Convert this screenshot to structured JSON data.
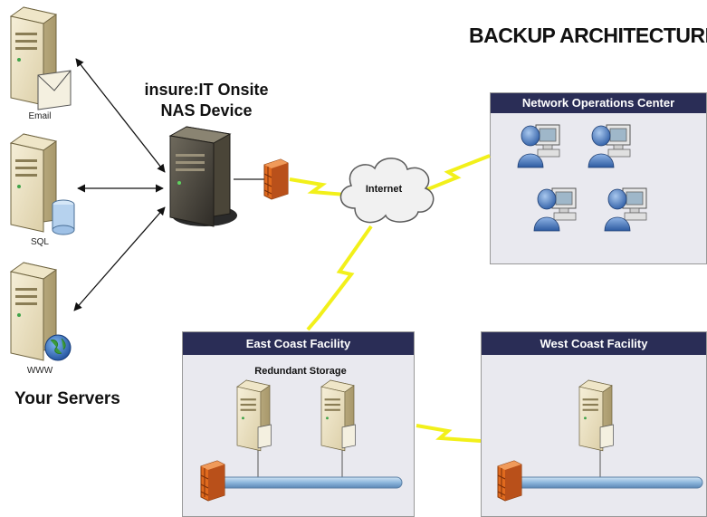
{
  "title": "BACKUP ARCHITECTURE",
  "nas": {
    "line1": "insure:IT Onsite",
    "line2": "NAS Device"
  },
  "servers": {
    "caption": "Your Servers",
    "email": "Email",
    "sql": "SQL",
    "www": "WWW"
  },
  "cloud": {
    "label": "Internet"
  },
  "noc": {
    "title": "Network Operations Center"
  },
  "east": {
    "title": "East Coast Facility",
    "subtitle": "Redundant Storage"
  },
  "west": {
    "title": "West Coast Facility"
  },
  "colors": {
    "panel_header": "#2a2d56",
    "panel_body": "#e9e9ef",
    "lightning": "#f2f01a",
    "firewall": "#e06a1e",
    "user": "#4a7cc0",
    "server": "#e8dcb8"
  }
}
